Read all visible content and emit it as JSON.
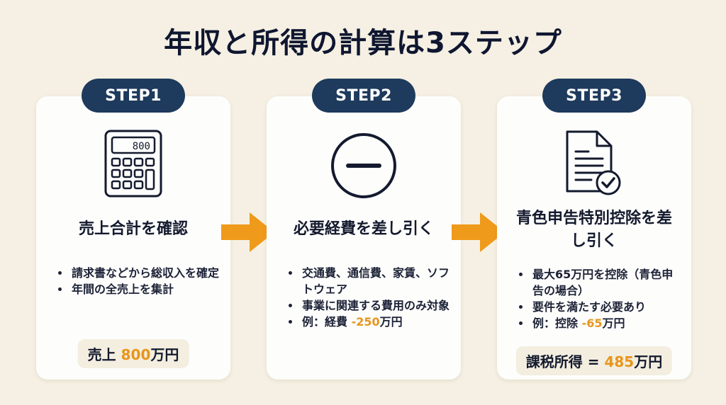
{
  "title": "年収と所得の計算は3ステップ",
  "colors": {
    "accent": "#e8951c",
    "badge": "#1e3a5c",
    "background": "#f5f0e3"
  },
  "steps": [
    {
      "badge": "STEP1",
      "icon": "calculator-icon",
      "calculator_display": "800",
      "heading": "売上合計を確認",
      "bullets": [
        {
          "text": "請求書などから総収入を確定"
        },
        {
          "text": "年間の全売上を集計"
        }
      ],
      "result": {
        "prefix": "売上 ",
        "value": "800",
        "suffix": "万円"
      }
    },
    {
      "badge": "STEP2",
      "icon": "minus-circle-icon",
      "heading": "必要経費を差し引く",
      "bullets": [
        {
          "text": "交通費、通信費、家賃、ソフトウェア"
        },
        {
          "text": "事業に関連する費用のみ対象"
        },
        {
          "prefix": "例：経費 ",
          "value": "-250",
          "suffix": "万円"
        }
      ]
    },
    {
      "badge": "STEP3",
      "icon": "document-check-icon",
      "heading": "青色申告特別控除を差し引く",
      "bullets": [
        {
          "text": "最大65万円を控除（青色申告の場合）"
        },
        {
          "text": "要件を満たす必要あり"
        },
        {
          "prefix": "例：控除 ",
          "value": "-65",
          "suffix": "万円"
        }
      ],
      "result": {
        "prefix": "課税所得 = ",
        "value": "485",
        "suffix": "万円"
      }
    }
  ]
}
